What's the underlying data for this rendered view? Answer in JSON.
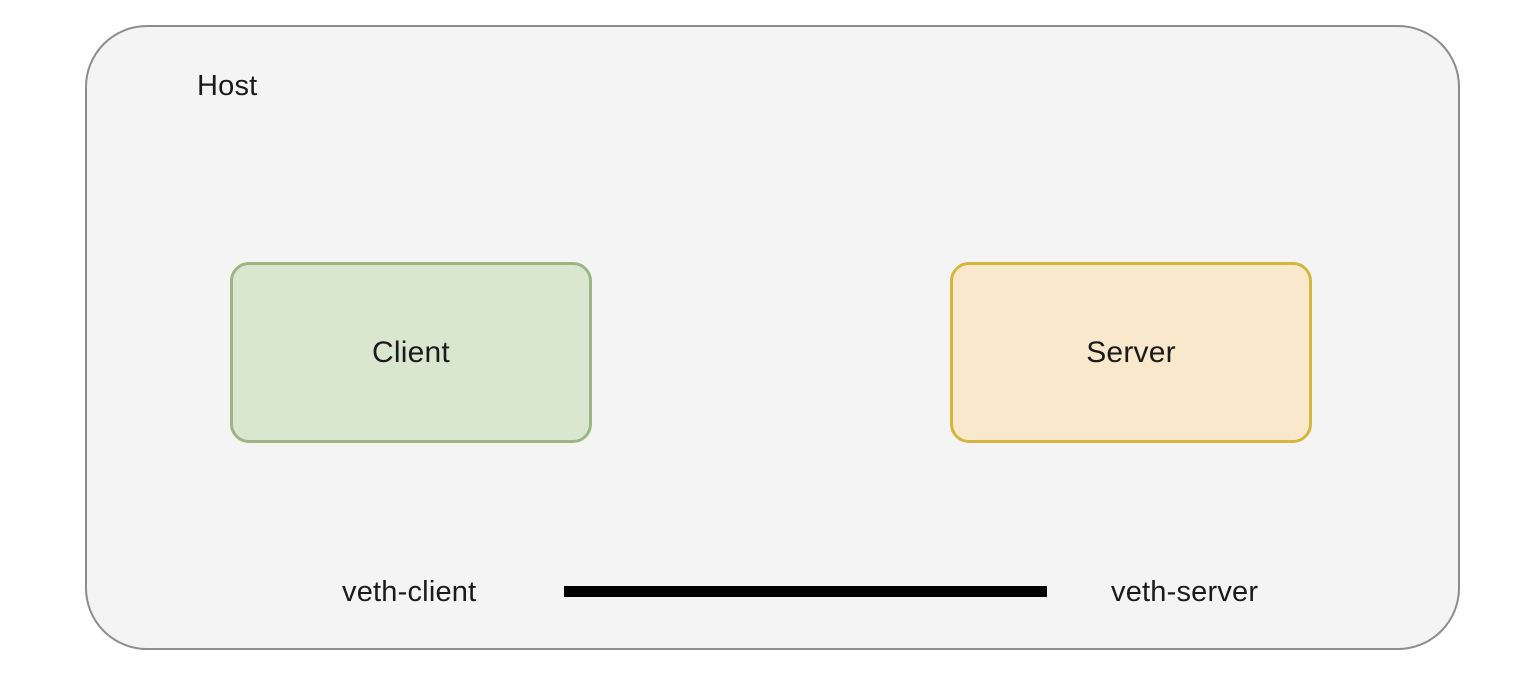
{
  "diagram": {
    "type": "network-namespace-veth-diagram",
    "host": {
      "label": "Host",
      "background_color": "#f4f4f4",
      "border_color": "#8d8d8f"
    },
    "nodes": [
      {
        "id": "client",
        "label": "Client",
        "fill_color": "#d9e7d0",
        "border_color": "#9cb583"
      },
      {
        "id": "server",
        "label": "Server",
        "fill_color": "#fae8cd",
        "border_color": "#d6b53c"
      }
    ],
    "link": {
      "left_label": "veth-client",
      "right_label": "veth-server",
      "line_color": "#000000"
    }
  }
}
